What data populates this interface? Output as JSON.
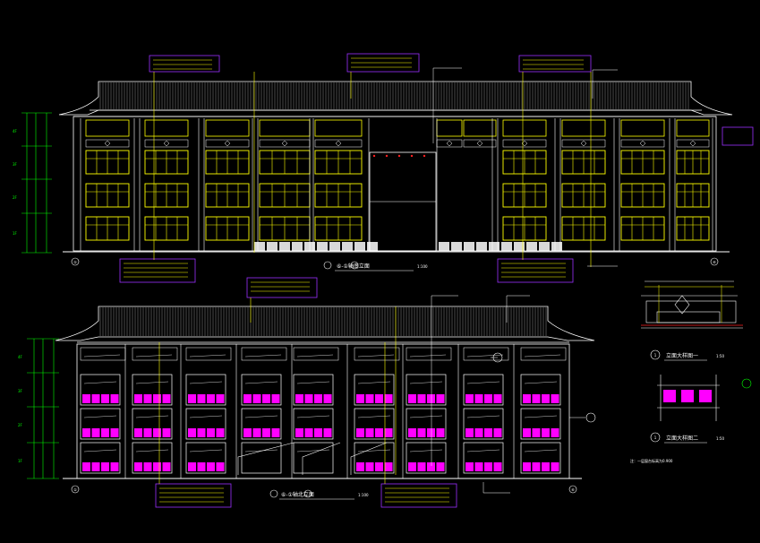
{
  "colors": {
    "background": "#000000",
    "outline": "#ffffff",
    "window": "#ffff00",
    "note": "#ffff00",
    "note_box": "#9b30ff",
    "dim": "#00ff00",
    "leader": "#ffffff",
    "panel": "#ff00ff",
    "accent_red": "#ff2020"
  },
  "elevation_top": {
    "title": "⑥-①轴南立面",
    "scale": "1:100",
    "axis_left": "①",
    "axis_right": "⑥",
    "floor_labels": [
      "4F",
      "3F",
      "2F",
      "1F"
    ]
  },
  "elevation_bottom": {
    "title": "⑥-①轴北立面",
    "scale": "1:100",
    "axis_left": "①",
    "axis_right": "⑥",
    "floor_labels": [
      "4F",
      "3F",
      "2F",
      "1F"
    ]
  },
  "detail_1": {
    "title": "立面大样图一",
    "scale": "1:50",
    "number": "1"
  },
  "detail_2": {
    "title": "立面大样图二",
    "scale": "1:50",
    "number": "1"
  },
  "legend_note": "注：一层窗台标高为0.900"
}
